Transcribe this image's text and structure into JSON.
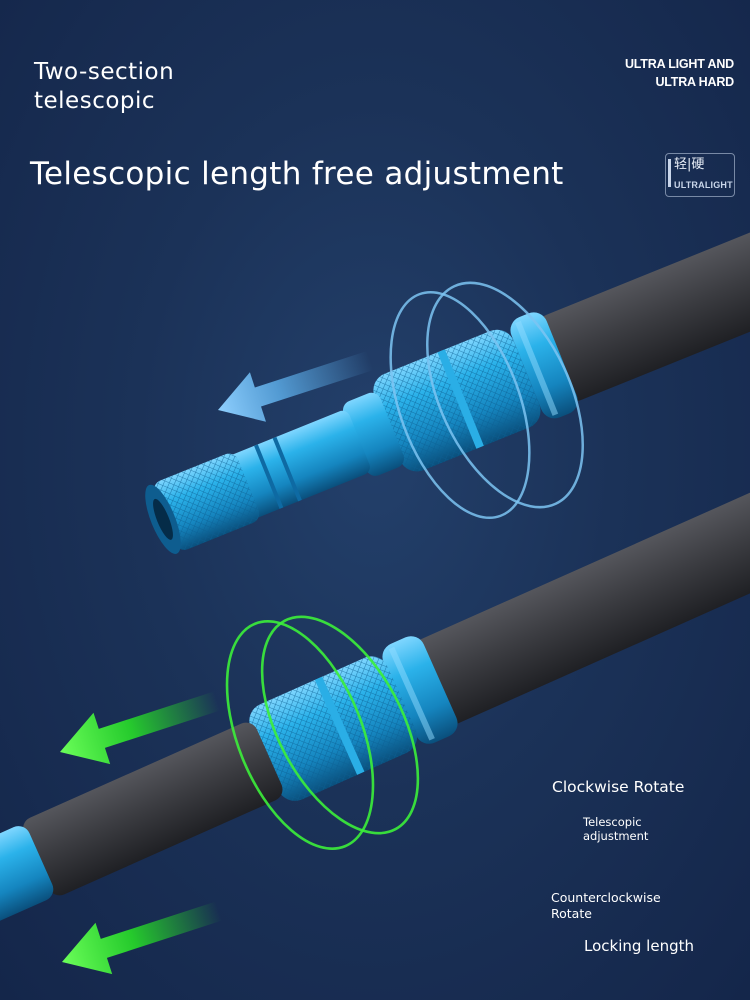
{
  "headline": {
    "small": "Two-section\ntelescopic",
    "main": "Telescopic length free adjustment"
  },
  "tag": {
    "text": "ULTRA LIGHT AND\nULTRA HARD"
  },
  "badge": {
    "cn": "轻|硬",
    "en": "ULTRALIGHT"
  },
  "captions": {
    "clockwise": "Clockwise Rotate",
    "telescopic": "Telescopic\nadjustment",
    "counterclockwise": "Counterclockwise\nRotate",
    "locking": "Locking length"
  },
  "colors": {
    "background": "#1b3258",
    "rod_foam": "#3a3b40",
    "fitting_blue": "#1aa0d8",
    "arrow_blue": "#5fb2ee",
    "arrow_green": "#28e626",
    "ring_blue": "#7cc4f2",
    "ring_green": "#3cf03a"
  },
  "icons": [
    "rotate-ring-icon",
    "arrow-left-icon"
  ]
}
